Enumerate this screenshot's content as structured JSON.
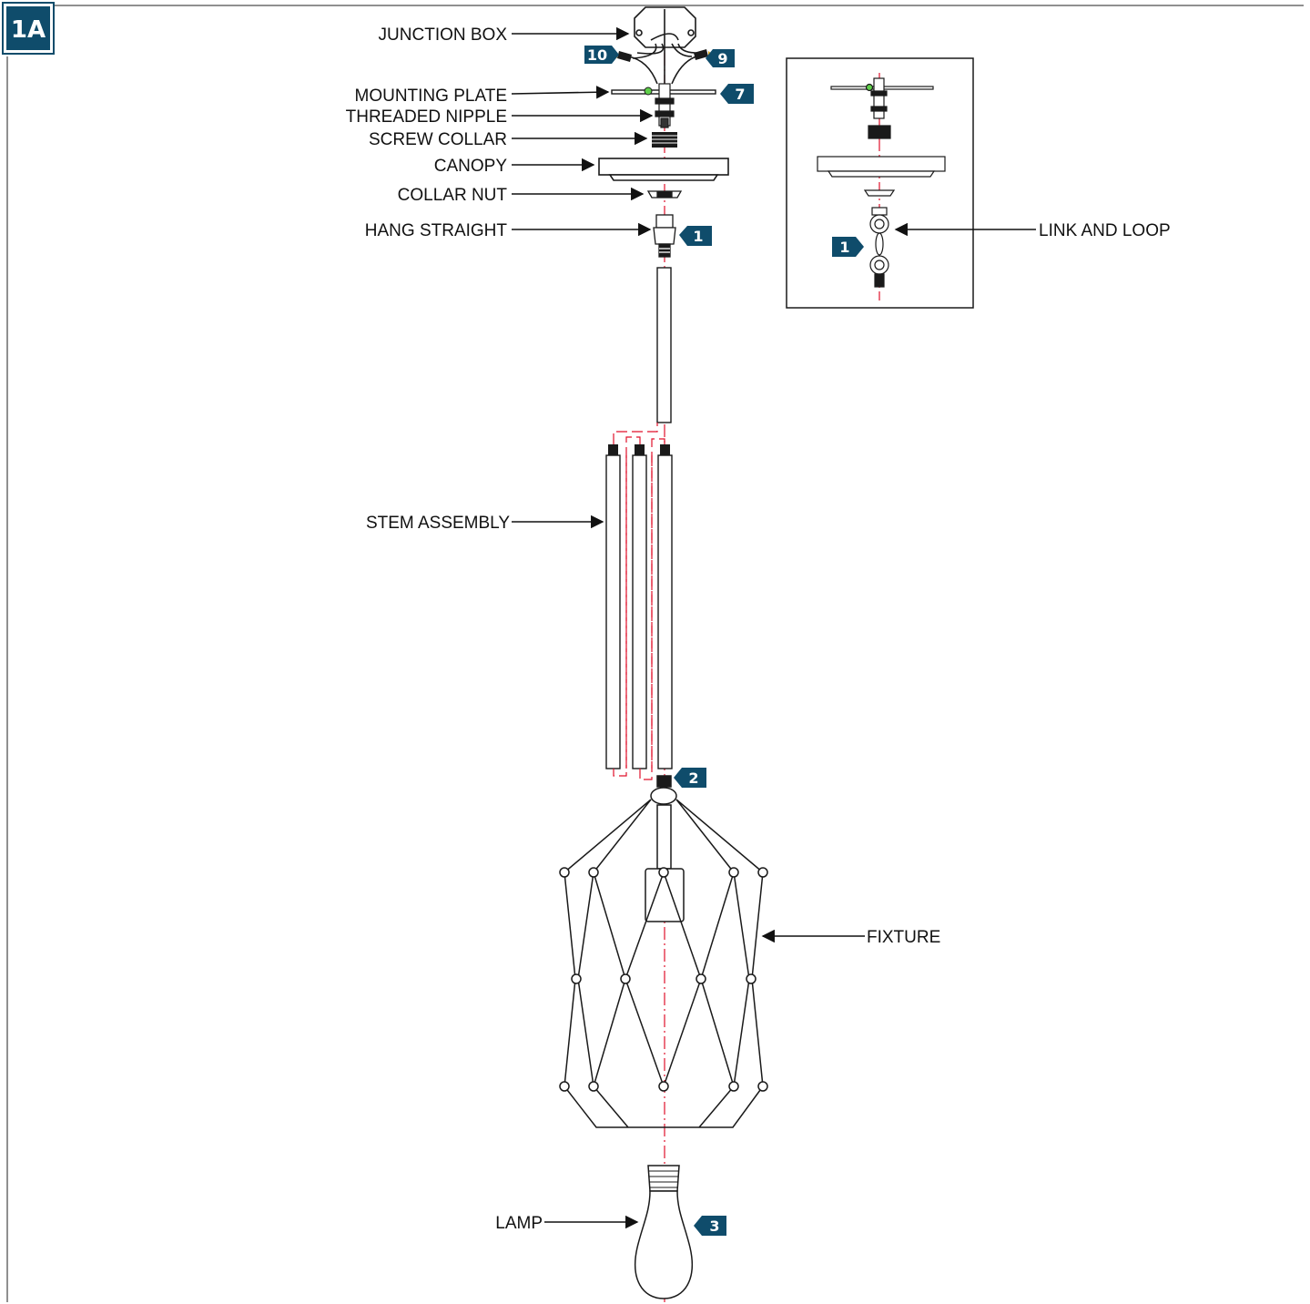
{
  "step_label": "1A",
  "colors": {
    "badge": "#0f4c6b",
    "centerline": "#e0112b",
    "line": "#1a1a1a",
    "ground_screw": "#5fcf4a"
  },
  "labels": {
    "junction_box": "JUNCTION BOX",
    "mounting_plate": "MOUNTING PLATE",
    "threaded_nipple": "THREADED NIPPLE",
    "screw_collar": "SCREW COLLAR",
    "canopy": "CANOPY",
    "collar_nut": "COLLAR NUT",
    "hang_straight": "HANG STRAIGHT",
    "stem_assembly": "STEM ASSEMBLY",
    "fixture": "FIXTURE",
    "lamp": "LAMP",
    "link_and_loop": "LINK AND LOOP"
  },
  "badges": {
    "wire_left": "10",
    "wire_right": "9",
    "mounting_plate": "7",
    "hang_straight": "1",
    "stem_bottom": "2",
    "lamp": "3",
    "link_loop": "1"
  }
}
